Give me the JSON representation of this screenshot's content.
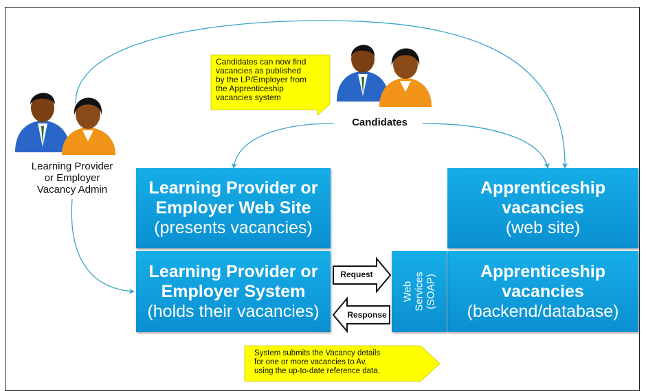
{
  "actors": {
    "admin_label": [
      "Learning Provider",
      "or Employer",
      "Vacancy Admin"
    ],
    "candidates_label": "Candidates"
  },
  "notes": {
    "candidates_note": [
      "Candidates can now find",
      "vacancies as published",
      "by the LP/Employer  from",
      "the Apprenticeship",
      "vacancies system"
    ],
    "system_note": [
      "System submits the Vacancy details",
      "for one or more vacancies to Av,",
      "using the up-to-date reference data."
    ]
  },
  "boxes": {
    "lp_web_site": {
      "title": [
        "Learning Provider or",
        "Employer Web Site"
      ],
      "subtitle": "(presents vacancies)"
    },
    "lp_system": {
      "title": [
        "Learning Provider or",
        "Employer System"
      ],
      "subtitle": "(holds their vacancies)"
    },
    "av_web_site": {
      "title": [
        "Apprenticeship",
        "vacancies"
      ],
      "subtitle": "(web site)"
    },
    "av_backend": {
      "title": [
        "Apprenticeship",
        "vacancies"
      ],
      "subtitle": "(backend/database)"
    },
    "web_services": [
      "Web",
      "Services",
      "(SOAP)"
    ]
  },
  "arrows": {
    "request": "Request",
    "response": "Response"
  },
  "colors": {
    "box_blue": "#0e9fdc",
    "note_yellow": "#ffff00",
    "connector": "#3aa3c8"
  }
}
